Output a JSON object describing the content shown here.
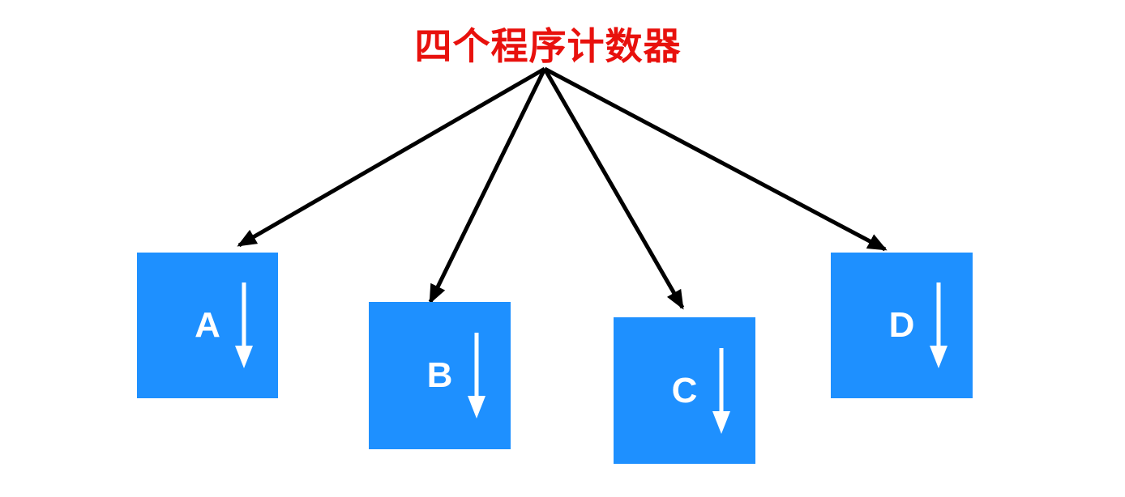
{
  "title": {
    "text": "四个程序计数器"
  },
  "nodes": [
    {
      "label": "A",
      "icon": "down-arrow-icon"
    },
    {
      "label": "B",
      "icon": "down-arrow-icon"
    },
    {
      "label": "C",
      "icon": "down-arrow-icon"
    },
    {
      "label": "D",
      "icon": "down-arrow-icon"
    }
  ],
  "connectors": {
    "count": 4,
    "style": "straight-line-with-arrowhead",
    "from": "title",
    "targets": [
      "A",
      "B",
      "C",
      "D"
    ]
  },
  "colors": {
    "title_color": "#E8110D",
    "node_fill": "#1E90FF",
    "connector_color": "#000000",
    "node_text_color": "#FFFFFF",
    "page_bg": "#FFFFFF"
  }
}
